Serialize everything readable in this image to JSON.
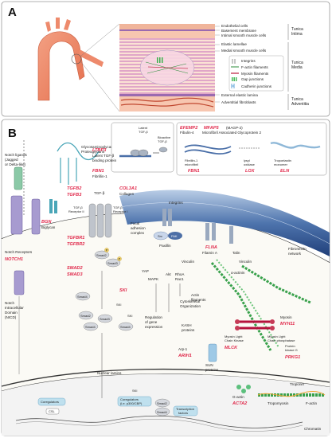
{
  "panel_a": {
    "letter": "A",
    "wall_labels": [
      "Endothelial cells",
      "Basement membrane",
      "Intimal smooth muscle cells",
      "Elastic lamellae",
      "Medial smooth muscle cells",
      "External elastic lamina",
      "Adventitial fibroblasts"
    ],
    "layers": [
      [
        "Tunica",
        "Intima"
      ],
      [
        "Tunica",
        "Media"
      ],
      [
        "Tunica",
        "Adventitia"
      ]
    ],
    "legend": [
      "Integrins",
      "F-actin filaments",
      "Myosin filaments",
      "Gap junctions",
      "Cadherin junctions"
    ]
  },
  "panel_b": {
    "letter": "B",
    "labels": {
      "glyco": [
        "Glycosaminoglycans/",
        "Proteoglycans"
      ],
      "notch_ligand": [
        "Notch ligands",
        "(Jagged",
        "or Delta-like)"
      ],
      "notch_receptor": "Notch Receptors",
      "nicd": [
        "Notch",
        "Intracellular",
        "Domain",
        "(NICD)"
      ],
      "latent_bp": [
        "Latent TGF-β",
        "binding protein"
      ],
      "latent_tgfb": [
        "Latent",
        "TGF-β"
      ],
      "bioactive": [
        "Bioactive",
        "TGF-β"
      ],
      "fibrillin1": "Fibrillin-1",
      "fibulin4": "Fibulin-4",
      "magp2": "(MAGP-2)",
      "magp_full": "Microfibril Associated Glycoprotein 2",
      "microfibril": [
        "Fibrillin-1",
        "microfibril"
      ],
      "lysyl": [
        "lysyl",
        "oxidase"
      ],
      "tropoelastin": [
        "Tropoelastin",
        "monomer"
      ],
      "biglycan": "Biglycan",
      "collagen": "Collagen",
      "tgfb": "TGF-β",
      "rec2": [
        "TGF-β",
        "Receptor II"
      ],
      "rec1": [
        "TGF-β",
        "Receptor I"
      ],
      "focal": [
        "Focal",
        "adhesion",
        "complex"
      ],
      "integrins": "Integrins",
      "src": "Src",
      "fak": "FAK",
      "paxillin": "Paxillin",
      "fibronectin": [
        "Fibronectin",
        "network"
      ],
      "filamin": "Filamin A",
      "talin": "Talin",
      "vinculin": "Vinculin",
      "alpha_actinin": "α-actinin",
      "actin_filaments": [
        "Actin",
        "filaments"
      ],
      "smad2": "Smad2",
      "smad3": "Smad3",
      "smad4": "Smad4",
      "ski": "SKI",
      "yap": "YAP",
      "mapk": "MAPK",
      "akt": "Akt",
      "rhoa": "RhoA",
      "rac1": "Rac1",
      "cyto": [
        "Cytoskeletal",
        "Organization"
      ],
      "regulation": [
        "Regulation",
        "of gene",
        "expression"
      ],
      "kash": [
        "KASH",
        "proteins"
      ],
      "arp": "Arp-1",
      "sun": [
        "SUN",
        "proteins"
      ],
      "nuclear_lamins": "Nuclear lamins",
      "myosin": "Myosin",
      "mlck_name": [
        "Myosin Light",
        "Chain Kinase"
      ],
      "mlcp_name": [
        "Myosin Light",
        "Chain phosphatase"
      ],
      "pkg": [
        "Protein",
        "kinase G"
      ],
      "troponin": "Troponin",
      "gactin": "G-actin",
      "tropomyosin": "Tropomyosin",
      "factin": "F-actin",
      "chromatin": "Chromatin",
      "coregulators": "Coregulators",
      "csl": "CSL",
      "coreg2": [
        "Coregulators",
        "(i.e. p300/CBP)"
      ],
      "tf": [
        "Transcription",
        "factors"
      ],
      "p": "P"
    },
    "genes": {
      "notch1": "NOTCH1",
      "ltbp3": "LTBP3",
      "fbn1": "FBN1",
      "efemp2": "EFEMP2",
      "mfap5": "MFAP5",
      "fbn1b": "FBN1",
      "lox": "LOX",
      "eln": "ELN",
      "tgfb2": "TGFB2",
      "tgfb3": "TGFB3",
      "bgn": "BGN",
      "col3a1": "COL3A1",
      "tgfbr1": "TGFBR1",
      "tgfbr2": "TGFBR2",
      "smad2": "SMAD2",
      "smad3": "SMAD3",
      "ski": "SKI",
      "flna": "FLNA",
      "arih1": "ARIH1",
      "myh11": "MYH11",
      "mlck": "MLCK",
      "prkg1": "PRKG1",
      "acta2": "ACTA2"
    }
  }
}
